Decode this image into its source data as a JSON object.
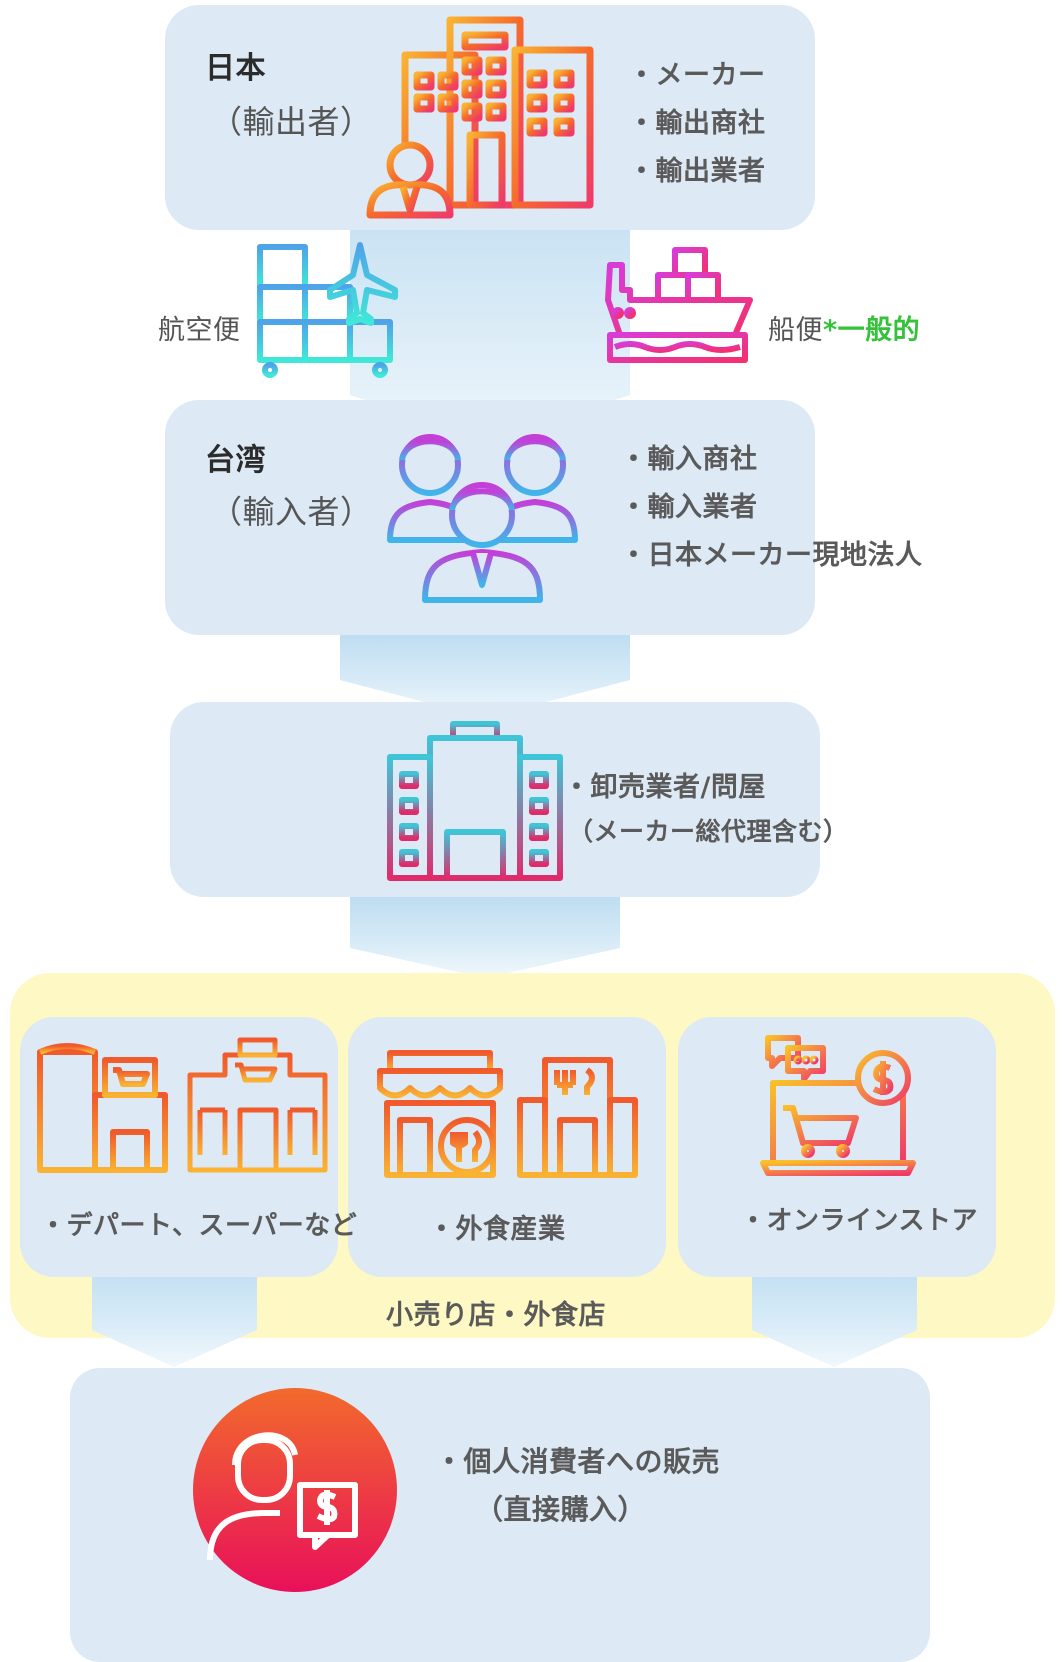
{
  "exporter": {
    "country": "日本",
    "role": "（輸出者）",
    "items": [
      "・メーカー",
      "・輸出商社",
      "・輸出業者"
    ]
  },
  "transport": {
    "air": "航空便",
    "sea": "船便",
    "sea_note": "*一般的"
  },
  "importer": {
    "country": "台湾",
    "role": "（輸入者）",
    "items": [
      "・輸入商社",
      "・輸入業者",
      "・日本メーカー現地法人"
    ]
  },
  "wholesale": {
    "line1": "・卸売業者/問屋",
    "line2": "（メーカー総代理含む）"
  },
  "retail": {
    "group_label": "小売り店・外食店",
    "items": [
      "・デパート、スーパーなど",
      "・外食産業",
      "・オンラインストア"
    ]
  },
  "consumer": {
    "line1": "・個人消費者への販売",
    "line2": "（直接購入）"
  },
  "colors": {
    "box": "#dde9f4",
    "group_bg": "#fdf8c4",
    "orange_start": "#f9a825",
    "orange_end": "#f5207a",
    "note_green": "#35c23a"
  },
  "icons": [
    "office-building-person-icon",
    "cargo-plane-icon",
    "cargo-ship-icon",
    "team-people-icon",
    "wholesale-building-icon",
    "department-store-icon",
    "supermarket-icon",
    "restaurant-icon",
    "food-court-icon",
    "online-store-icon",
    "consumer-payment-icon"
  ]
}
